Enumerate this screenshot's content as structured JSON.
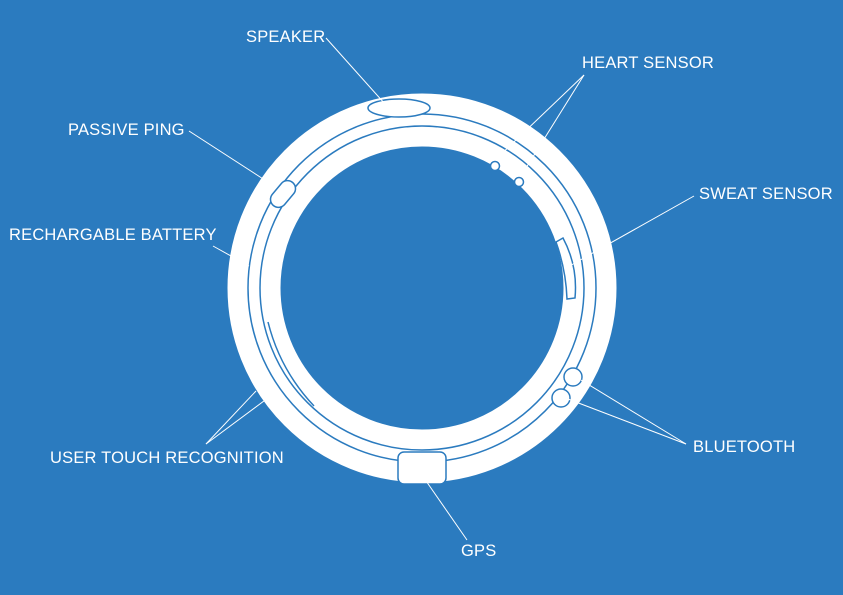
{
  "colors": {
    "background": "#2b7bbf",
    "foreground": "#ffffff"
  },
  "labels": {
    "speaker": "SPEAKER",
    "heart_sensor": "HEART SENSOR",
    "passive_ping": "PASSIVE PING",
    "sweat_sensor": "SWEAT SENSOR",
    "rechargeable_battery": "RECHARGABLE BATTERY",
    "user_touch": "USER TOUCH RECOGNITION",
    "bluetooth": "BLUETOOTH",
    "gps": "GPS"
  }
}
